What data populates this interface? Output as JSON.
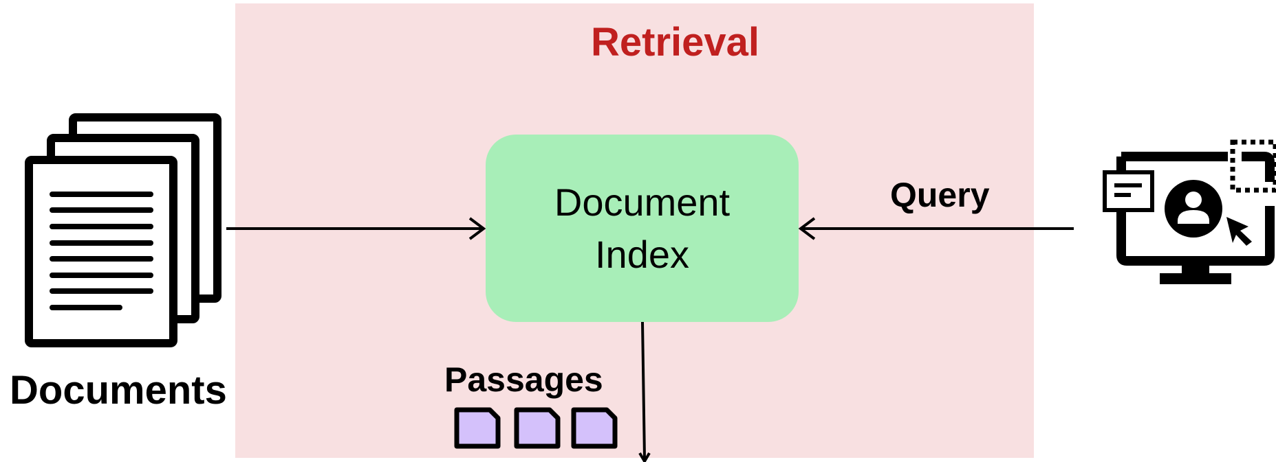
{
  "panel": {
    "title": "Retrieval"
  },
  "index_box": {
    "line1": "Document",
    "line2": "Index"
  },
  "labels": {
    "documents": "Documents",
    "passages": "Passages",
    "query": "Query"
  },
  "icons": [
    "documents-stack-icon",
    "user-computer-icon",
    "passage-icon"
  ],
  "colors": {
    "panel_bg": "#f8e0e1",
    "title": "#c0201f",
    "index_bg": "#a8eeb8",
    "passage_fill": "#d4c1fb"
  }
}
